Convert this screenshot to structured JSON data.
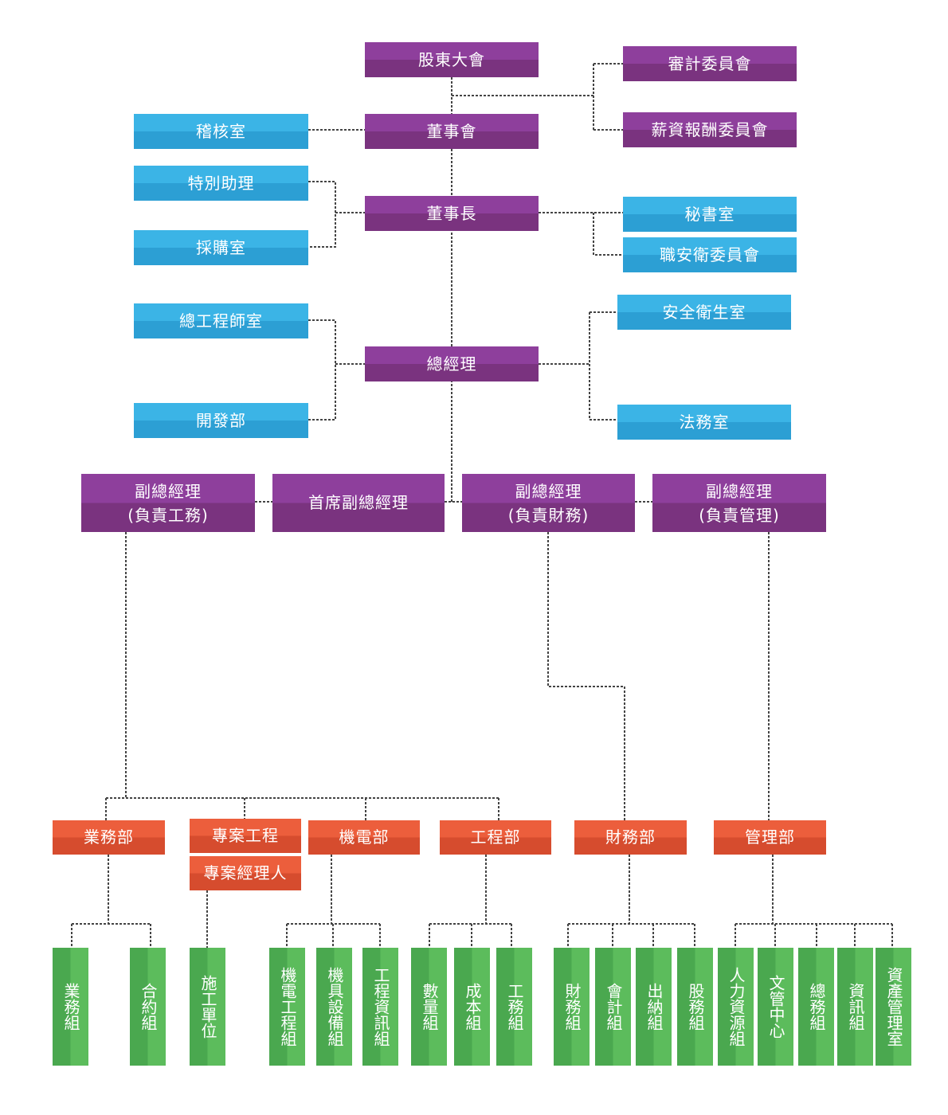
{
  "top": {
    "shareholders": "股東大會",
    "audit_committee": "審計委員會",
    "compensation_committee": "薪資報酬委員會",
    "board": "董事會",
    "internal_audit": "稽核室",
    "chairman": "董事長",
    "special_assistant": "特別助理",
    "procurement": "採購室",
    "secretariat": "秘書室",
    "safety_committee": "職安衛委員會",
    "chief_engineer": "總工程師室",
    "development": "開發部",
    "general_manager": "總經理",
    "safety_health": "安全衛生室",
    "legal": "法務室"
  },
  "vps": {
    "vp_engineering": {
      "line1": "副總經理",
      "line2": "(負責工務)"
    },
    "executive_vp": "首席副總經理",
    "vp_finance": {
      "line1": "副總經理",
      "line2": "(負責財務)"
    },
    "vp_management": {
      "line1": "副總經理",
      "line2": "(負責管理)"
    }
  },
  "departments": {
    "business": "業務部",
    "project_engineering": "專案工程",
    "project_manager": "專案經理人",
    "mechanical_electrical": "機電部",
    "engineering": "工程部",
    "finance": "財務部",
    "management": "管理部"
  },
  "groups": {
    "business_group": "業務組",
    "contract_group": "合約組",
    "construction_unit": "施工單位",
    "me_engineering_group": "機電工程組",
    "equipment_group": "機具設備組",
    "engineering_info_group": "工程資訊組",
    "quantity_group": "數量組",
    "cost_group": "成本組",
    "works_group": "工務組",
    "finance_group": "財務組",
    "accounting_group": "會計組",
    "cashier_group": "出納組",
    "stock_group": "股務組",
    "hr_group": "人力資源組",
    "document_center": "文管中心",
    "general_affairs_group": "總務組",
    "it_group": "資訊組",
    "asset_management": "資產管理室"
  },
  "colors": {
    "executive_purple": "#8e3f9c",
    "staff_blue": "#3bb4e6",
    "department_orange": "#ec5e3c",
    "group_green": "#4aa84f",
    "connector": "#444444"
  }
}
